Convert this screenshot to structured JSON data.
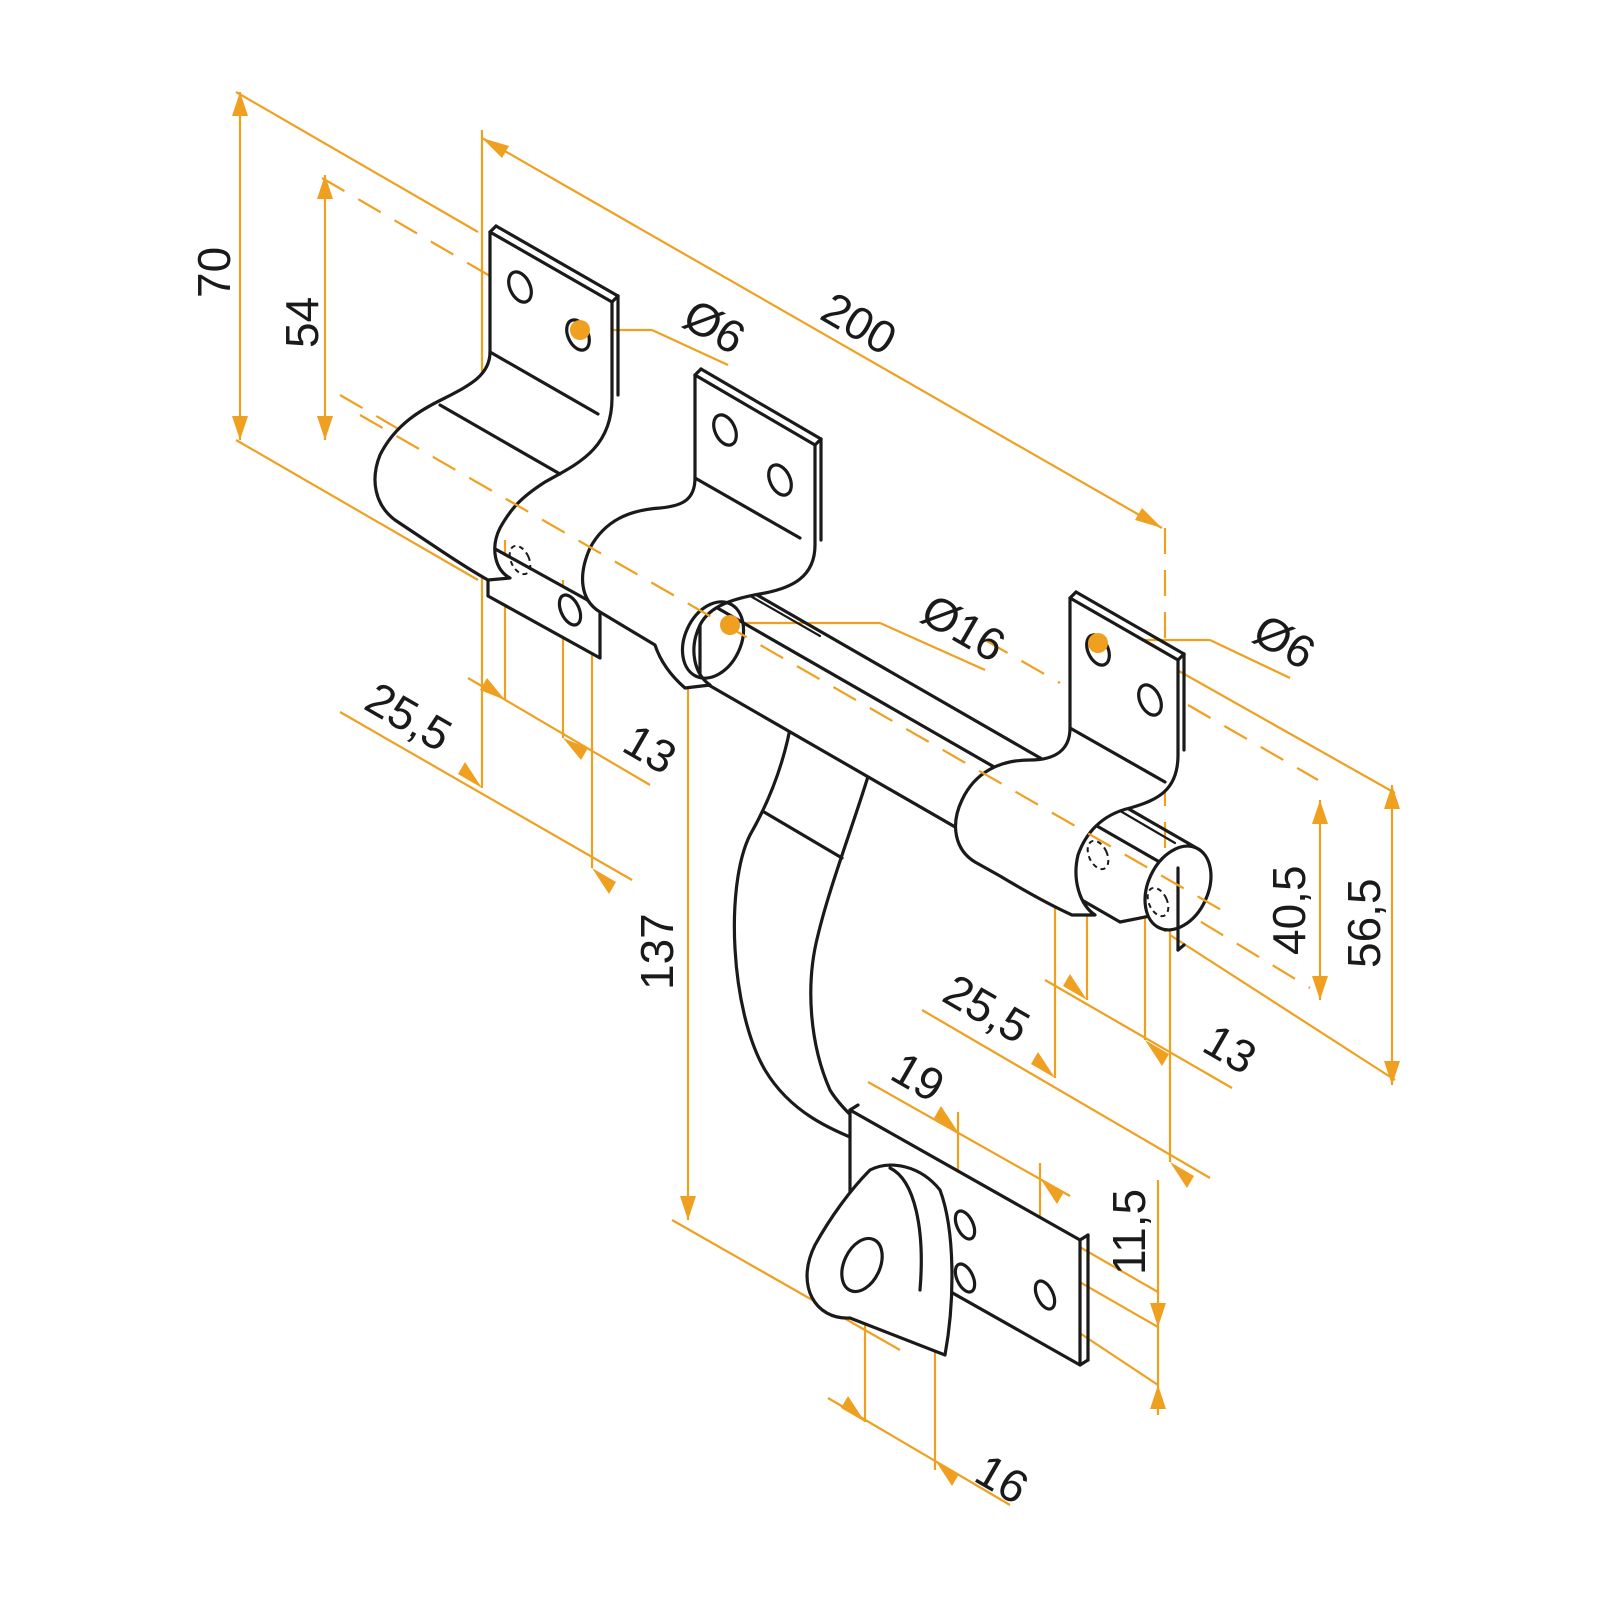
{
  "colors": {
    "dimension": "#f0a020",
    "outline": "#1a1a1a",
    "background": "#ffffff"
  },
  "labels": {
    "d70": "70",
    "d54": "54",
    "d200": "200",
    "d_phi6_top": "Ø6",
    "d_phi16": "Ø16",
    "d_phi6_right": "Ø6",
    "d25_5_left": "25,5",
    "d13_left": "13",
    "d137": "137",
    "d25_5_right": "25,5",
    "d13_right": "13",
    "d40_5": "40,5",
    "d56_5": "56,5",
    "d19": "19",
    "d11_5": "11,5",
    "d16": "16"
  }
}
